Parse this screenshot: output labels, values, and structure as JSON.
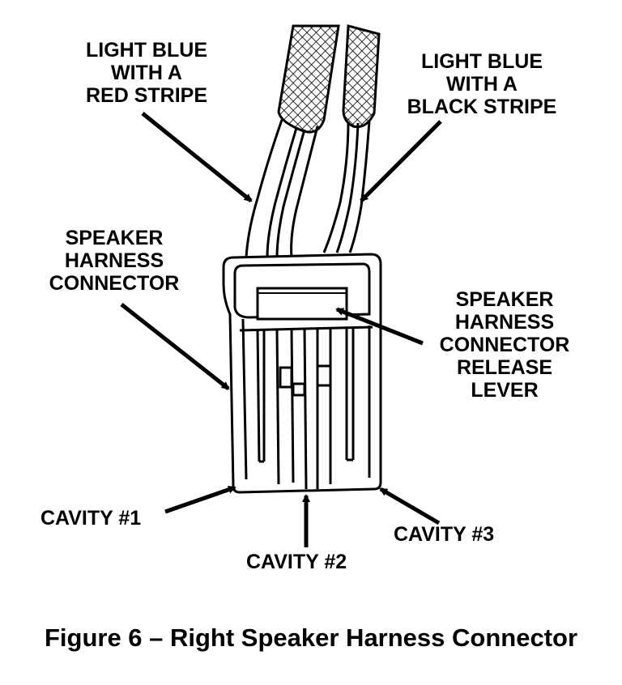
{
  "labels": {
    "wire_red": [
      "LIGHT BLUE",
      "WITH A",
      "RED STRIPE"
    ],
    "wire_black": [
      "LIGHT BLUE",
      "WITH A",
      "BLACK STRIPE"
    ],
    "connector": [
      "SPEAKER",
      "HARNESS",
      "CONNECTOR"
    ],
    "release_lever": [
      "SPEAKER",
      "HARNESS",
      "CONNECTOR",
      "RELEASE",
      "LEVER"
    ],
    "cavity1": "CAVITY #1",
    "cavity2": "CAVITY #2",
    "cavity3": "CAVITY #3"
  },
  "caption": "Figure 6 – Right Speaker Harness Connector"
}
